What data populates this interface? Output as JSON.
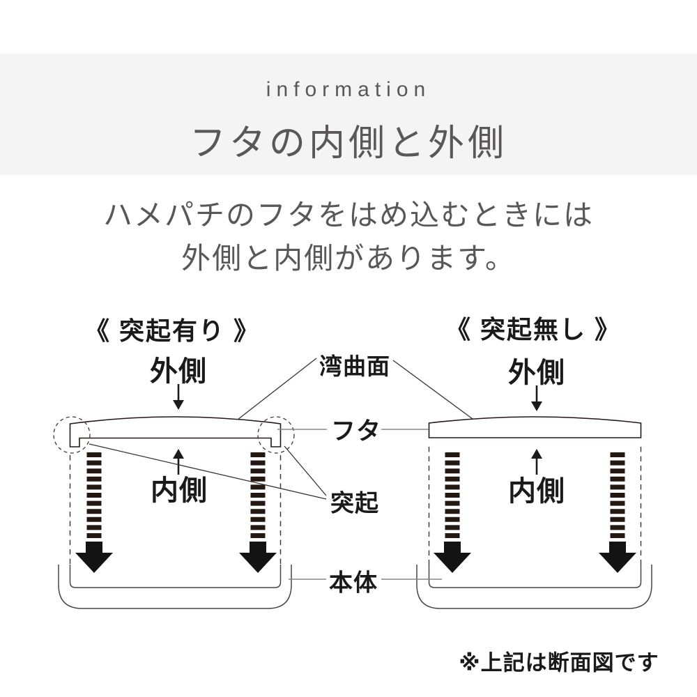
{
  "colors": {
    "band_bg": "#f4f4f4",
    "gray_text": "#595757",
    "diagram_black": "#1a1a1a",
    "stripe_brown_black": "#241812"
  },
  "header": {
    "eyebrow": "information",
    "title": "フタの内側と外側"
  },
  "intro": {
    "line1": "ハメパチのフタをはめ込むときには",
    "line2": "外側と内側があります。"
  },
  "diagram_left": {
    "title": "《 突起有り 》",
    "outside_label": "外側",
    "inside_label": "内側"
  },
  "diagram_right": {
    "title": "《 突起無し 》",
    "outside_label": "外側",
    "inside_label": "内側"
  },
  "callouts": {
    "curved_surface": "湾曲面",
    "lid": "フタ",
    "protrusion": "突起",
    "body": "本体"
  },
  "footnote": "※上記は断面図です"
}
